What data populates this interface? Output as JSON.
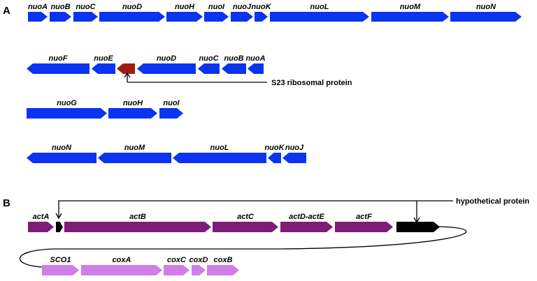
{
  "panels": [
    {
      "label": "A"
    },
    {
      "label": "B"
    }
  ],
  "colors": {
    "nuo": "#0a34f0",
    "ribosomal": "#a01c10",
    "act": "#7d1d75",
    "hypothetical": "#000000",
    "cox": "#cf7ee6"
  },
  "operons": [
    {
      "id": "row1",
      "genes": [
        {
          "label": "nuoA",
          "color": "nuo",
          "dir": "right"
        },
        {
          "label": "nuoB",
          "color": "nuo",
          "dir": "right"
        },
        {
          "label": "nuoC",
          "color": "nuo",
          "dir": "right"
        },
        {
          "label": "nuoD",
          "color": "nuo",
          "dir": "right"
        },
        {
          "label": "nuoH",
          "color": "nuo",
          "dir": "right"
        },
        {
          "label": "nuoI",
          "color": "nuo",
          "dir": "right"
        },
        {
          "label": "nuoJ",
          "color": "nuo",
          "dir": "right"
        },
        {
          "label": "nuoK",
          "color": "nuo",
          "dir": "right"
        },
        {
          "label": "nuoL",
          "color": "nuo",
          "dir": "right"
        },
        {
          "label": "nuoM",
          "color": "nuo",
          "dir": "right"
        },
        {
          "label": "nuoN",
          "color": "nuo",
          "dir": "right"
        }
      ]
    },
    {
      "id": "row2",
      "genes": [
        {
          "label": "nuoF",
          "color": "nuo",
          "dir": "left"
        },
        {
          "label": "nuoE",
          "color": "nuo",
          "dir": "left"
        },
        {
          "label": "",
          "color": "ribosomal",
          "dir": "left"
        },
        {
          "label": "nuoD",
          "color": "nuo",
          "dir": "left"
        },
        {
          "label": "nuoC",
          "color": "nuo",
          "dir": "left"
        },
        {
          "label": "nuoB",
          "color": "nuo",
          "dir": "left"
        },
        {
          "label": "nuoA",
          "color": "nuo",
          "dir": "left"
        }
      ]
    },
    {
      "id": "row3",
      "genes": [
        {
          "label": "nuoG",
          "color": "nuo",
          "dir": "right"
        },
        {
          "label": "nuoH",
          "color": "nuo",
          "dir": "right"
        },
        {
          "label": "nuoI",
          "color": "nuo",
          "dir": "right"
        }
      ]
    },
    {
      "id": "row4",
      "genes": [
        {
          "label": "nuoN",
          "color": "nuo",
          "dir": "left"
        },
        {
          "label": "nuoM",
          "color": "nuo",
          "dir": "left"
        },
        {
          "label": "nuoL",
          "color": "nuo",
          "dir": "left"
        },
        {
          "label": "nuoK",
          "color": "nuo",
          "dir": "left"
        },
        {
          "label": "nuoJ",
          "color": "nuo",
          "dir": "left"
        }
      ]
    },
    {
      "id": "row5",
      "genes": [
        {
          "label": "actA",
          "color": "act",
          "dir": "right"
        },
        {
          "label": "",
          "color": "hypothetical",
          "dir": "right"
        },
        {
          "label": "actB",
          "color": "act",
          "dir": "right"
        },
        {
          "label": "actC",
          "color": "act",
          "dir": "right"
        },
        {
          "label": "actD-actE",
          "color": "act",
          "dir": "right"
        },
        {
          "label": "actF",
          "color": "act",
          "dir": "right"
        },
        {
          "label": "",
          "color": "hypothetical",
          "dir": "right"
        }
      ]
    },
    {
      "id": "row6",
      "genes": [
        {
          "label": "SCO1",
          "color": "cox",
          "dir": "right"
        },
        {
          "label": "coxA",
          "color": "cox",
          "dir": "right"
        },
        {
          "label": "coxC",
          "color": "cox",
          "dir": "right"
        },
        {
          "label": "coxD",
          "color": "cox",
          "dir": "right"
        },
        {
          "label": "coxB",
          "color": "cox",
          "dir": "right"
        }
      ]
    }
  ],
  "annotations": {
    "ribosomal": "S23 ribosomal protein",
    "hypothetical": "hypothetical protein"
  }
}
